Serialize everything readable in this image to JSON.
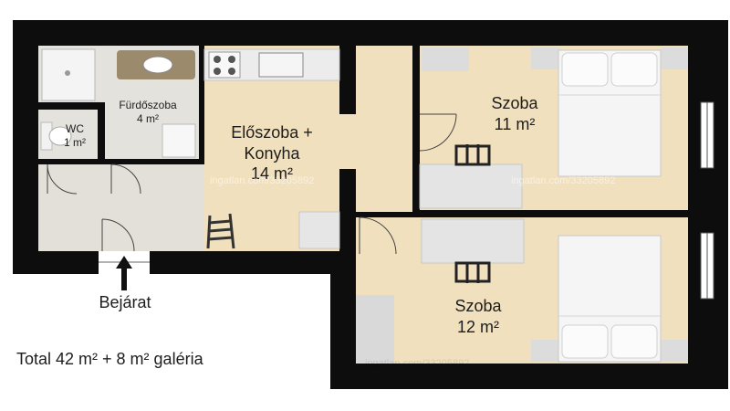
{
  "colors": {
    "wall": "#0d0d0d",
    "wood": "#f1e0bd",
    "tile": "#e3e2dc",
    "hall_tile": "#e2e0d8",
    "furniture": "#e4e4e4",
    "bed": "#f4f4f4"
  },
  "rooms": {
    "wc": {
      "name": "WC",
      "area": "1 m²"
    },
    "bathroom": {
      "name": "Fürdőszoba",
      "area": "4 m²"
    },
    "hall_kitchen": {
      "name_line1": "Előszoba +",
      "name_line2": "Konyha",
      "area": "14 m²"
    },
    "room_top": {
      "name": "Szoba",
      "area": "11 m²"
    },
    "room_bottom": {
      "name": "Szoba",
      "area": "12 m²"
    }
  },
  "entrance": {
    "label": "Bejárat"
  },
  "total": "Total 42 m² + 8 m² galéria",
  "watermark": "ingatlan.com/33205892",
  "icons": {
    "entrance": "arrow-up-icon",
    "shower": "shower-icon",
    "sink": "sink-icon",
    "stove": "stove-icon",
    "toilet": "toilet-icon",
    "bed": "bed-icon",
    "chair": "chair-icon",
    "desk": "desk-icon",
    "ladder": "ladder-icon"
  }
}
